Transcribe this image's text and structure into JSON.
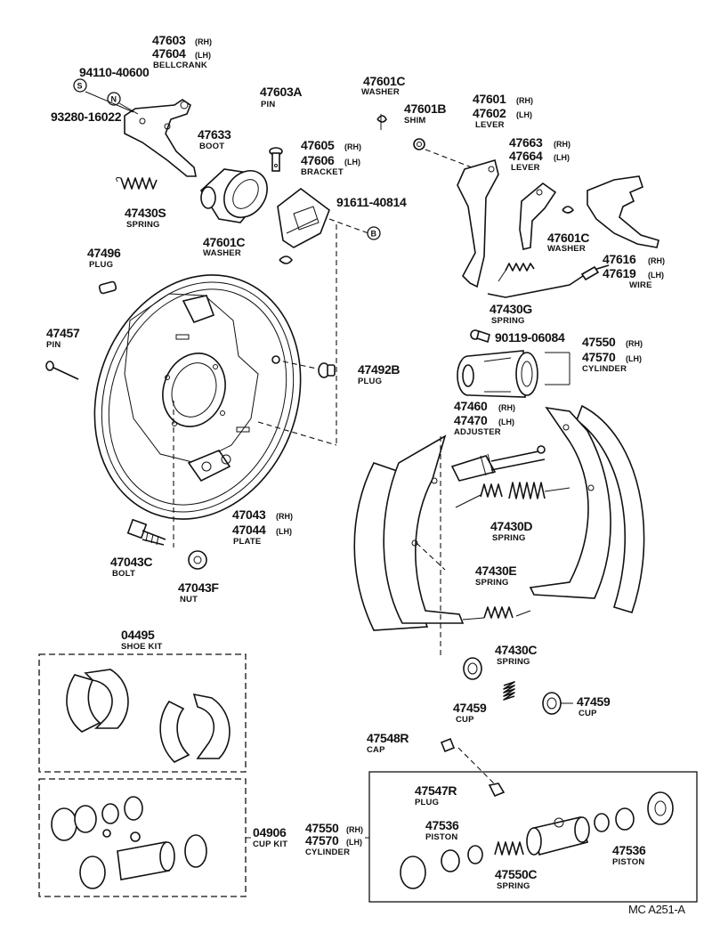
{
  "parts": {
    "bellcrank": {
      "num1": "47603",
      "side1": "(RH)",
      "num2": "47604",
      "side2": "(LH)",
      "desc": "BELLCRANK"
    },
    "pin_a": {
      "num": "47603A",
      "desc": "PIN"
    },
    "washer_c_top": {
      "num": "47601C",
      "desc": "WASHER"
    },
    "shim": {
      "num": "47601B",
      "desc": "SHIM"
    },
    "lever_main": {
      "num1": "47601",
      "side1": "(RH)",
      "num2": "47602",
      "side2": "(LH)",
      "desc": "LEVER"
    },
    "lever_aux": {
      "num1": "47663",
      "side1": "(RH)",
      "num2": "47664",
      "side2": "(LH)",
      "desc": "LEVER"
    },
    "n_part": {
      "num": "94110-40600",
      "badge": "N"
    },
    "s_part": {
      "num": "93280-16022",
      "badge": "S"
    },
    "boot": {
      "num": "47633",
      "desc": "BOOT"
    },
    "bracket": {
      "num1": "47605",
      "side1": "(RH)",
      "num2": "47606",
      "side2": "(LH)",
      "desc": "BRACKET"
    },
    "b_part": {
      "num": "91611-40814",
      "badge": "B"
    },
    "spring_s": {
      "num": "47430S",
      "desc": "SPRING"
    },
    "washer_c_mid": {
      "num": "47601C",
      "desc": "WASHER"
    },
    "washer_c_right": {
      "num": "47601C",
      "desc": "WASHER"
    },
    "wire": {
      "num1": "47616",
      "side1": "(RH)",
      "num2": "47619",
      "side2": "(LH)",
      "desc": "WIRE"
    },
    "plug_496": {
      "num": "47496",
      "desc": "PLUG"
    },
    "spring_g": {
      "num": "47430G",
      "desc": "SPRING"
    },
    "bleeder": {
      "num": "90119-06084"
    },
    "cylinder": {
      "num1": "47550",
      "side1": "(RH)",
      "num2": "47570",
      "side2": "(LH)",
      "desc": "CYLINDER"
    },
    "pin_457": {
      "num": "47457",
      "desc": "PIN"
    },
    "plug_492b": {
      "num": "47492B",
      "desc": "PLUG"
    },
    "adjuster": {
      "num1": "47460",
      "side1": "(RH)",
      "num2": "47470",
      "side2": "(LH)",
      "desc": "ADJUSTER"
    },
    "plate": {
      "num1": "47043",
      "side1": "(RH)",
      "num2": "47044",
      "side2": "(LH)",
      "desc": "PLATE"
    },
    "spring_d": {
      "num": "47430D",
      "desc": "SPRING"
    },
    "bolt": {
      "num": "47043C",
      "desc": "BOLT"
    },
    "nut": {
      "num": "47043F",
      "desc": "NUT"
    },
    "spring_e": {
      "num": "47430E",
      "desc": "SPRING"
    },
    "spring_c": {
      "num": "47430C",
      "desc": "SPRING"
    },
    "cup_left": {
      "num": "47459",
      "desc": "CUP"
    },
    "cup_right": {
      "num": "47459",
      "desc": "CUP"
    }
  },
  "shoe_kit": {
    "num": "04495",
    "desc": "SHOE KIT"
  },
  "cup_kit": {
    "num": "04906",
    "desc": "CUP KIT"
  },
  "cylinder_box": {
    "cap": {
      "num": "47548R",
      "desc": "CAP"
    },
    "plug": {
      "num": "47547R",
      "desc": "PLUG"
    },
    "piston_left": {
      "num": "47536",
      "desc": "PISTON"
    },
    "piston_right": {
      "num": "47536",
      "desc": "PISTON"
    },
    "assembly": {
      "num1": "47550",
      "side1": "(RH)",
      "num2": "47570",
      "side2": "(LH)",
      "desc": "CYLINDER"
    },
    "spring": {
      "num": "47550C",
      "desc": "SPRING"
    }
  },
  "footer": {
    "code": "MC  A251-A"
  },
  "icons": [
    "bellcrank-icon",
    "pin-icon",
    "washer-icon",
    "shim-icon",
    "lever-icon",
    "boot-icon",
    "bracket-icon",
    "spring-icon",
    "plug-icon",
    "wire-icon",
    "backing-plate-icon",
    "bolt-icon",
    "nut-icon",
    "wheel-cylinder-icon",
    "adjuster-icon",
    "brake-shoe-icon",
    "cup-icon",
    "piston-icon",
    "cap-icon"
  ]
}
